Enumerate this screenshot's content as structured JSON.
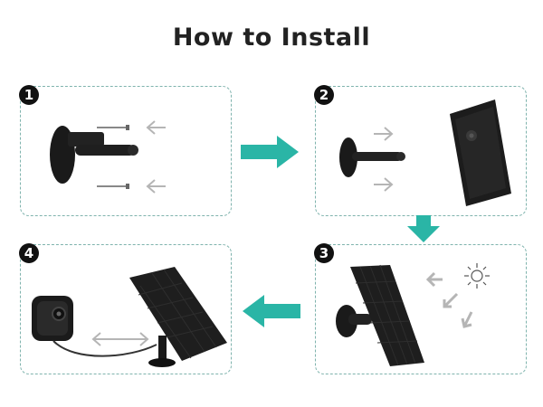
{
  "title": "How to Install",
  "steps": [
    {
      "number": "1"
    },
    {
      "number": "2"
    },
    {
      "number": "3"
    },
    {
      "number": "4"
    }
  ],
  "colors": {
    "accent": "#2ab5a6",
    "panel_border": "#7fb3ad",
    "device": "#1a1a1a",
    "arrow_gray": "#b5b5b5"
  }
}
